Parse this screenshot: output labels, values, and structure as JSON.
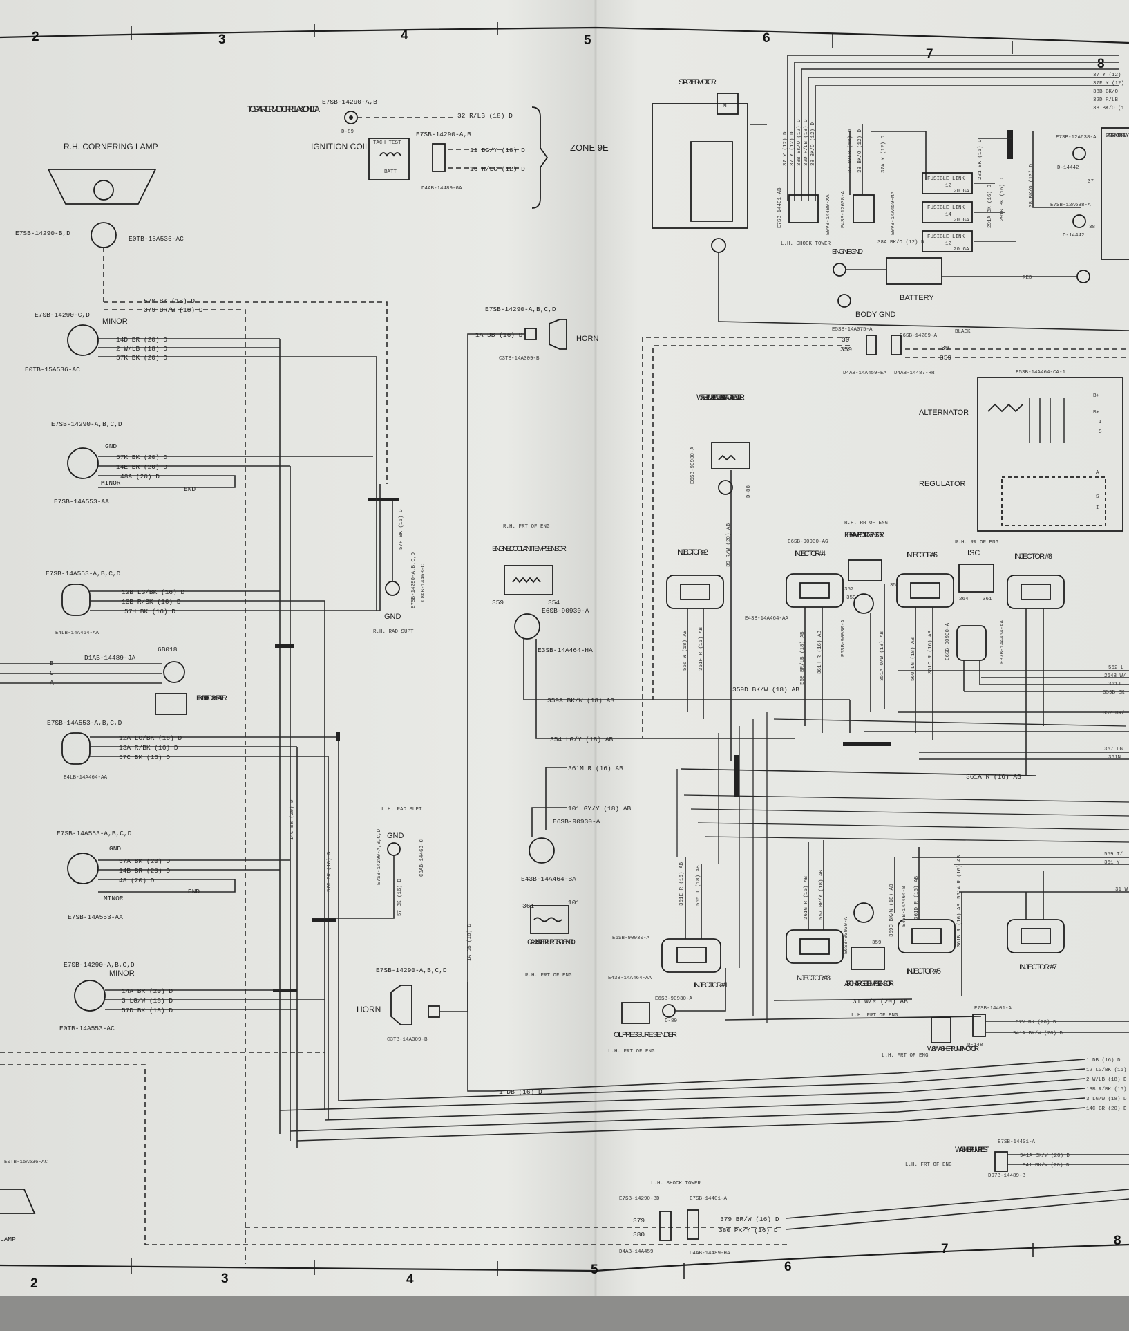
{
  "zone_numbers_top": [
    "2",
    "3",
    "4",
    "5",
    "6",
    "7",
    "8"
  ],
  "zone_numbers_bottom": [
    "2",
    "3",
    "4",
    "5",
    "6",
    "7",
    "8"
  ],
  "starter_relay": {
    "title": "TO STARTER MOTOR RELAY ZONE8A",
    "part": "E7SB-14290-A,B",
    "conn": "D-89",
    "wire": "32 R/LB (18) D"
  },
  "ignition": {
    "title": "IGNITION COIL",
    "part": "E7SB-14290-A,B",
    "tach": "TACH TEST",
    "batt": "BATT",
    "wire1": "11 DG/Y (18) D",
    "wire2": "16 R/LG (12) D",
    "conn": "D4AB-14489-GA",
    "zone": "ZONE 9E"
  },
  "cornering_lamp": {
    "title": "R.H. CORNERING LAMP",
    "part_left": "E7SB-14290-B,D",
    "part_right": "E0TB-15A536-AC"
  },
  "cornering_wires": {
    "w1": "57M BK (18) D",
    "w2": "379 BR/W (18) D"
  },
  "lamp1": {
    "part": "E7SB-14290-C,D",
    "minor": "MINOR",
    "w1": "14D BR (20) D",
    "w2": "2 W/LB (18) D",
    "w3": "57K BK (20) D",
    "bottom": "E0TB-15A536-AC"
  },
  "lamp2": {
    "part": "E7SB-14290-A,B,C,D",
    "gnd": "GND",
    "w1": "57K BK (20) D",
    "w2": "14E BR (20) D",
    "w3": "48A (20) D",
    "minor": "MINOR",
    "end": "END",
    "bottom": "E7SB-14A553-AA"
  },
  "horn_top": {
    "part": "E7SB-14290-A,B,C,D",
    "wire": "1A DB (16) D",
    "label": "HORN",
    "bottom": "C3TB-14A309-B"
  },
  "lamp3": {
    "part": "E7SB-14A553-A,B,C,D",
    "w1": "12B LG/BK (16) D",
    "w2": "13B R/BK (16) D",
    "w3": "57H BK (16) D",
    "bottom": "E4LB-14A464-AA"
  },
  "rh_gnd": {
    "gnd": "GND",
    "part": "E7SB-14290-A,B,C,D",
    "wire": "57F BK (16) D",
    "conn": "C8AB-14463-C",
    "note": "R.H. RAD SUPT"
  },
  "block_heater": {
    "code": "6B018",
    "part": "D1AB-14489-JA",
    "pins": [
      "B",
      "C",
      "A"
    ],
    "title": "ENGINE BLOCK HEATER"
  },
  "lamp4": {
    "part": "E7SB-14A553-A,B,C,D",
    "w1": "12A LG/BK (16) D",
    "w2": "13A R/BK (16) D",
    "w3": "57C BK (16) D",
    "bottom": "E4LB-14A464-AA"
  },
  "vertical_wires": {
    "v1": "14C BR (20) D",
    "v2": "57C BK (16) D",
    "v3": "1A DB (16) D"
  },
  "lh_gnd": {
    "note": "L.H. RAD SUPT",
    "gnd": "GND",
    "part": "E7SB-14290-A,B,C,D",
    "conn": "C8AB-14463-C",
    "wire": "57 BK (16) D"
  },
  "lamp5": {
    "part": "E7SB-14A553-A,B,C,D",
    "gnd": "GND",
    "w1": "57A BK (20) D",
    "w2": "14B BR (20) D",
    "w3": "48 (20) D",
    "minor": "MINOR",
    "end": "END",
    "bottom": "E7SB-14A553-AA"
  },
  "lamp6": {
    "part": "E7SB-14290-A,B,C,D",
    "minor": "MINOR",
    "w1": "14A BR (20) D",
    "w2": "3 LG/W (18) D",
    "w3": "57D BK (18) D",
    "bottom": "E0TB-14A553-AC"
  },
  "horn_bottom": {
    "part": "E7SB-14290-A,B,C,D",
    "label": "HORN",
    "bottom": "C3TB-14A309-B",
    "wire": "1 DB (16) D"
  },
  "lower_left": {
    "part": "E0TB-15A536-AC",
    "lamp": "LAMP"
  },
  "coolant": {
    "note": "R.H. FRT OF ENG",
    "title": "ENGINE COOLANT TEMP SENSOR",
    "p1": "359",
    "p2": "354",
    "part": "E6SB-90930-A",
    "conn": "E3SB-14A464-HA",
    "w1": "359A BK/W (18) AB",
    "w2": "354 LG/Y (18) AB"
  },
  "canister": {
    "w1": "361M R (16) AB",
    "w2": "101 GY/Y (18) AB",
    "part": "E6SB-90930-A",
    "conn": "E43B-14A464-BA",
    "p1": "361",
    "p2": "101",
    "title": "CANNISTER PURGE SOLENOID",
    "note": "R.H. FRT OF ENG"
  },
  "starter_motor": {
    "title": "STARTER MOTOR",
    "m": "M"
  },
  "harness_top": {
    "wires": [
      "37 Y (12) D",
      "37 Y (12) D",
      "38B BK/O (12) D",
      "32D R/LB (18) D",
      "38 BK/O (12) D"
    ],
    "part1": "E7SB-14401-AB",
    "part2": "E0VB-14489-XA",
    "shock": "L.H. SHOCK TOWER",
    "part3": "E4SB-12638-A",
    "p3w": [
      "32 R/LB (18) D",
      "38 BK/O (12) D",
      "37A Y (12) D"
    ],
    "part4": "E0VB-14A459-MA",
    "w38a": "38A BK/O (12) D",
    "fusible": "FUSIBLE LINK",
    "f1": "20 GA",
    "f2": "20 GA",
    "f3": "20 GA",
    "f1n": "12",
    "f2n": "14",
    "f3n": "12",
    "fuse_w": [
      "291 BK (16) D",
      "291A BK (16) D",
      "291B BK (16) D",
      "38 BK/O (10) D"
    ],
    "starter_relay_part": "E7SB-12A638-A",
    "starter_relay_conn": "D-14442",
    "starter_relay_part2": "E7SB-12A638-A",
    "starter_relay_conn2": "D-14442",
    "engine_gnd": "ENGINE GND",
    "battery": "BATTERY",
    "body_gnd": "BODY GND",
    "red": "RED",
    "black": "BLACK"
  },
  "right_edge": {
    "w1": "37 Y (12)",
    "w2": "37F Y (12)",
    "w3": "38B BK/O",
    "w4": "32D R/LB",
    "w5": "38 BK/O (1",
    "title": "STARTER MOTOR RELAY",
    "n37": "37",
    "n38": "38"
  },
  "mid_conn": {
    "part1": "E5SB-14A075-A",
    "part2": "E6SB-14289-A",
    "p39": "39",
    "p359": "359",
    "conn1": "D4AB-14A459-EA",
    "conn2": "D4AB-14487-HR"
  },
  "alternator": {
    "part": "E5SB-14A464-CA-1",
    "title": "ALTERNATOR",
    "regulator": "REGULATOR",
    "pins": [
      "B+",
      "B+",
      "I",
      "S",
      "A",
      "S",
      "I"
    ]
  },
  "water_temp": {
    "title": "WATER TEMP SENDER INDICATOR SENDER",
    "part": "E6SB-90930-A",
    "wire": "39 R/W (20) AB",
    "conn": "D-88"
  },
  "injector2": {
    "title": "INJECTOR #2",
    "w1": "556 W (18) AB",
    "w2": "361F R (16) AB"
  },
  "injector4": {
    "part": "E6SB-90930-AG",
    "title": "INJECTOR #4",
    "conn": "E43B-14A464-AA",
    "w1": "558 BR/LB (18) AB",
    "w2": "361H R (16) AB"
  },
  "egr": {
    "note": "R.H. RR OF ENG",
    "title": "EGR VALVE POSITION SENSOR",
    "p1": "352",
    "p2": "351",
    "p3": "359",
    "part": "E6SB-90930-A",
    "w": "351A O/W (18) AB"
  },
  "injector6": {
    "title": "INJECTOR #6",
    "w1": "560 LG (18) AB",
    "w2": "361C R (16) AB",
    "part": "E6SB-90930-A"
  },
  "isc": {
    "note": "R.H. RR OF ENG",
    "title": "ISC",
    "p1": "264",
    "p2": "361"
  },
  "injector8": {
    "title": "INJECTOR #8",
    "conn": "E37B-14A464-AA"
  },
  "right_wires": [
    "562 L",
    "264B W/",
    "361J",
    "359B BK",
    "352 BR/",
    "357 LG",
    "361N",
    "559 T/",
    "361 Y",
    "31 W"
  ],
  "bus_mid": {
    "w1": "359D BK/W (18) AB",
    "w2": "361A R (16) AB"
  },
  "injector1": {
    "w1": "361E R (16) AB",
    "w2": "555 T (18) AB",
    "part": "E6SB-90930-A",
    "conn": "E43B-14A464-AA",
    "title": "INJECTOR #1"
  },
  "injector3": {
    "w1": "361G R (16) AB",
    "w2": "557 BR/Y (18) AB",
    "title": "INJECTOR #3"
  },
  "air_charge": {
    "part": "E6SB-90930-A",
    "p": "359",
    "title": "AIR CHARGE TEMP SENSOR",
    "w1": "359C BK/W (18) AB",
    "w2": "31 W/R (20) AB",
    "note": "L.H. FRT OF ENG"
  },
  "injector5": {
    "part": "E43B-14A464-B",
    "w1": "361D R (16) AB",
    "w2": "361B R (16) AB",
    "title": "INJECTOR #5"
  },
  "injector7": {
    "title": "INJECTOR #7",
    "w": "561A R (16) AB"
  },
  "oil": {
    "part": "E6SB-90930-A",
    "conn": "D-89",
    "title": "OIL PRESSURE SENDER",
    "note": "L.H. FRT OF ENG"
  },
  "washer_motor": {
    "part": "E7SB-14401-A",
    "w1": "57V BK (20) D",
    "w2": "941A BK/W (20) D",
    "conn": "D-148",
    "title": "W/S WASHER PUMP MOTOR",
    "note": "L.H. FRT OF ENG"
  },
  "bottom_bus": [
    "1 DB (16) D",
    "12 LG/BK (16) D",
    "2 W/LB (18) D",
    "13B R/BK (16)",
    "3 LG/W (18) D",
    "14C BR (20) D"
  ],
  "washer_test": {
    "note": "L.H. FRT OF ENG",
    "title": "WASHER PUMP TEST",
    "part": "E7SB-14401-A",
    "w1": "941A BK/W (20) D",
    "w2": "941 BK/W (20) D",
    "conn": "D97B-14489-B"
  },
  "bottom_conn": {
    "note": "L.H. SHOCK TOWER",
    "part1": "E7SB-14290-BD",
    "part2": "E7SB-14401-A",
    "p1": "379",
    "p2": "380",
    "w1": "379 BR/W (16) D",
    "w2": "380 PK/Y (16) D",
    "conn1": "D4AB-14A459",
    "conn2": "D4AB-14489-HA"
  }
}
